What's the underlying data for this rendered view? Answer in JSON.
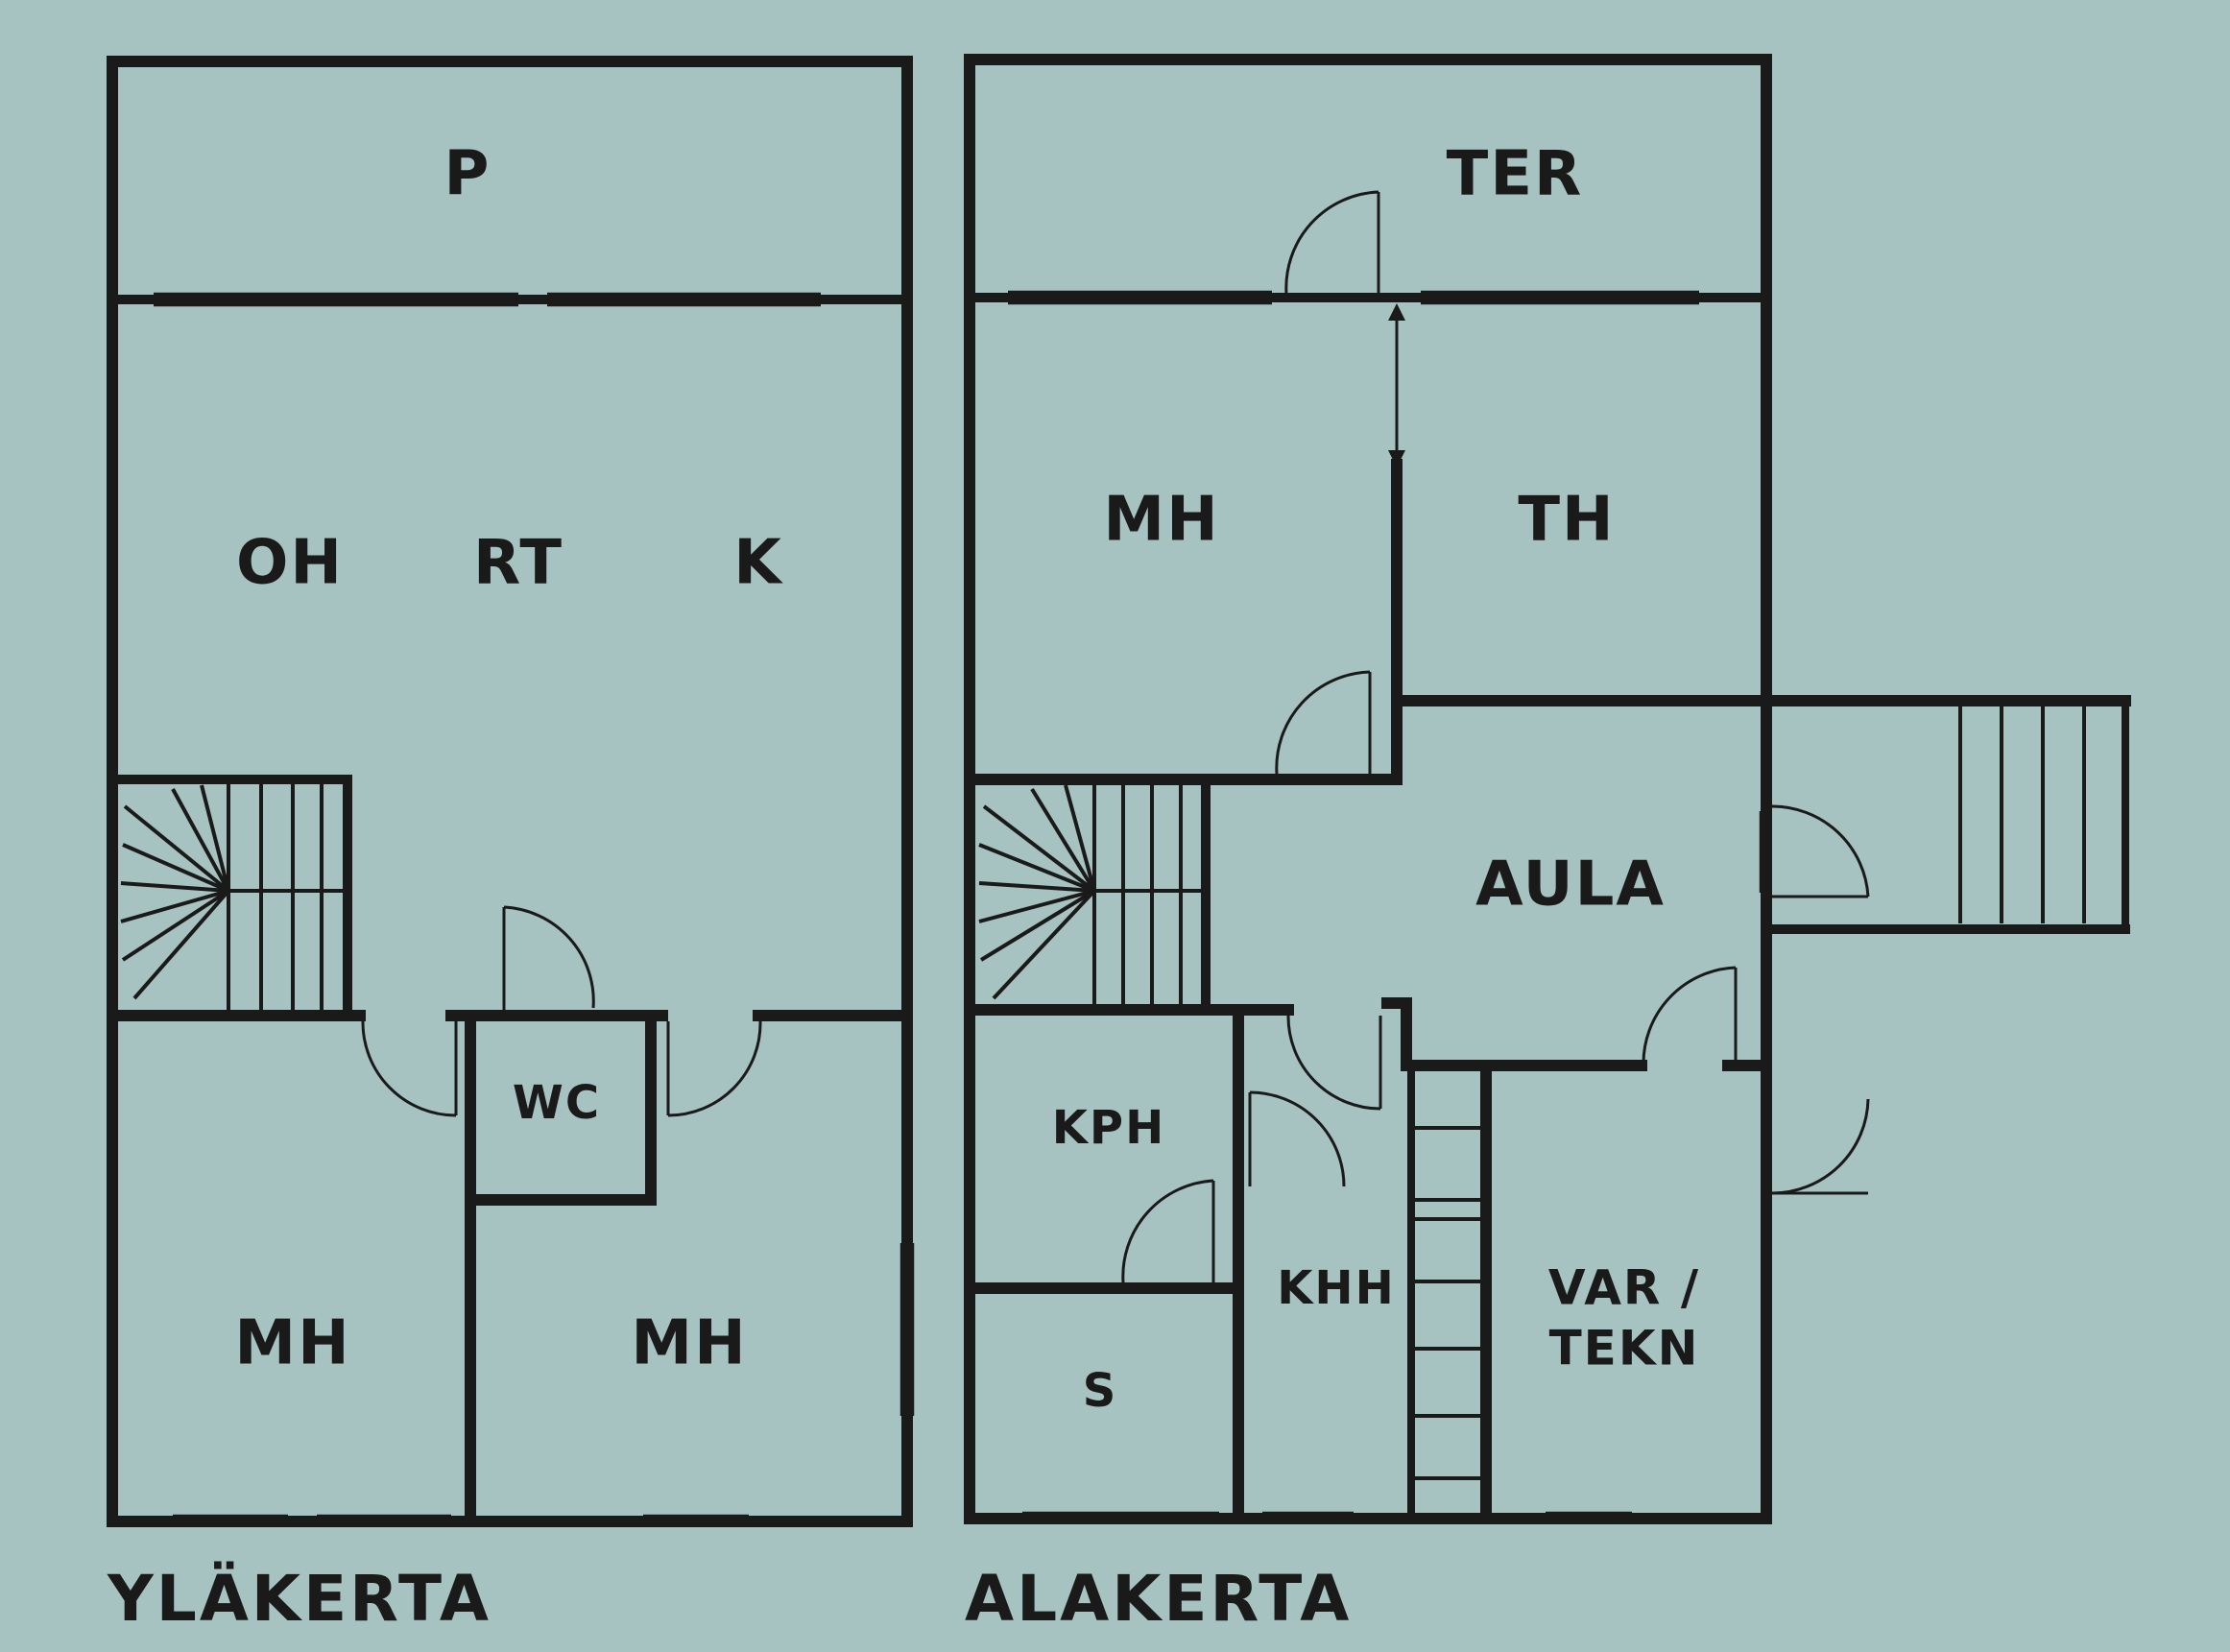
{
  "floors": {
    "upper": {
      "title": "YLÄKERTA",
      "rooms": {
        "p": "P",
        "oh": "OH",
        "rt": "RT",
        "k": "K",
        "wc": "WC",
        "mh_left": "MH",
        "mh_right": "MH"
      }
    },
    "lower": {
      "title": "ALAKERTA",
      "rooms": {
        "ter": "TER",
        "mh": "MH",
        "th": "TH",
        "aula": "AULA",
        "kph": "KPH",
        "s": "S",
        "khh": "KHH",
        "var_line1": "VAR /",
        "var_line2": "TEKN"
      }
    }
  },
  "colors": {
    "background": "#a6c2c1",
    "ink": "#1a1a1a"
  }
}
